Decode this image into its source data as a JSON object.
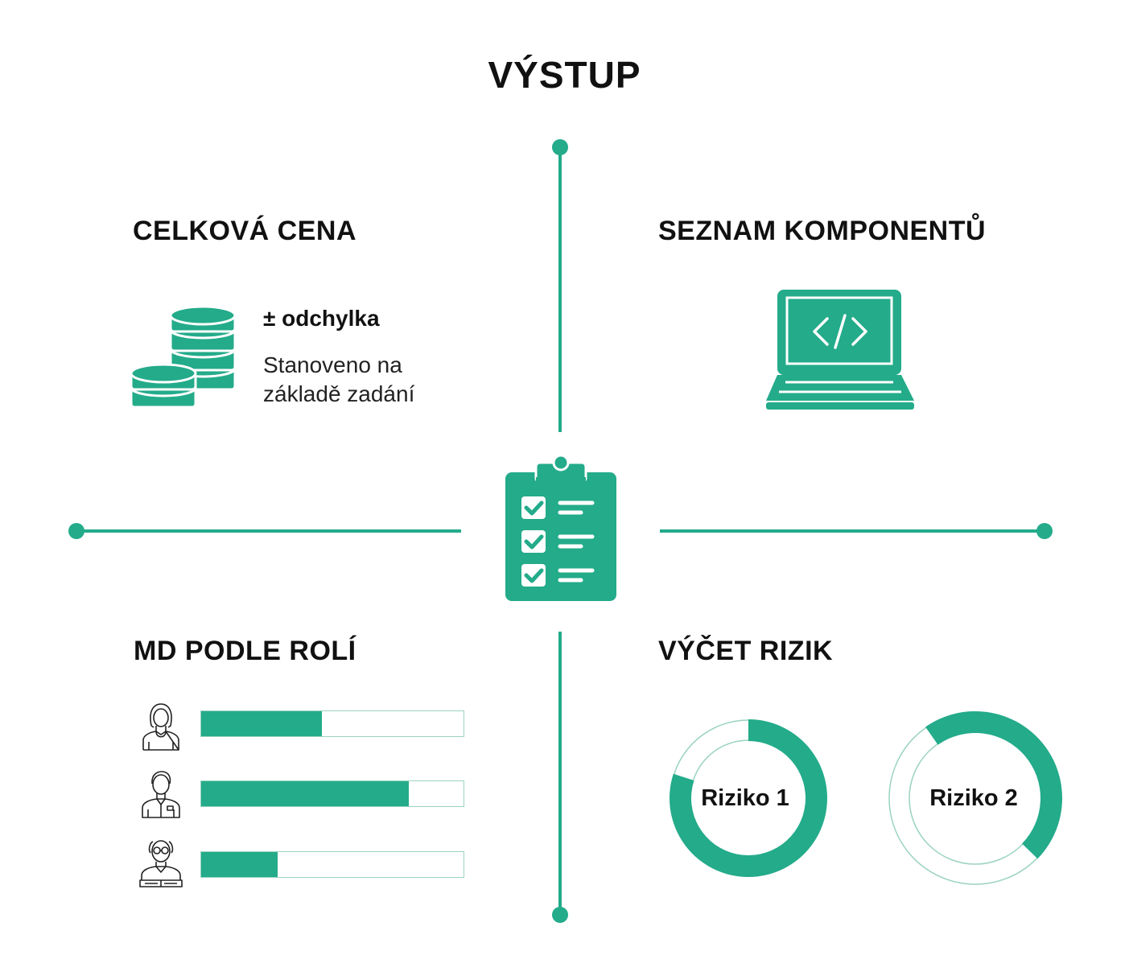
{
  "title": "VÝSTUP",
  "colors": {
    "accent": "#23ab8a",
    "accent_light": "#9bd3c0",
    "text": "#111111"
  },
  "center_icon": "clipboard-checklist-icon",
  "sections": {
    "total_price": {
      "heading": "CELKOVÁ CENA",
      "icon": "coin-stack-icon",
      "deviation_label": "± odchylka",
      "description_lines": [
        "Stanoveno na",
        "základě zadání"
      ]
    },
    "components": {
      "heading": "SEZNAM KOMPONENTŮ",
      "icon": "laptop-code-icon"
    },
    "md_by_roles": {
      "heading": "MD PODLE ROLÍ",
      "roles": [
        {
          "icon": "woman-avatar-icon",
          "fill": 0.46
        },
        {
          "icon": "man-avatar-icon",
          "fill": 0.79
        },
        {
          "icon": "senior-avatar-icon",
          "fill": 0.29
        }
      ]
    },
    "risks": {
      "heading": "VÝČET RIZIK",
      "items": [
        {
          "label": "Riziko 1",
          "fill": 0.8
        },
        {
          "label": "Riziko 2",
          "fill": 0.47
        }
      ]
    }
  }
}
